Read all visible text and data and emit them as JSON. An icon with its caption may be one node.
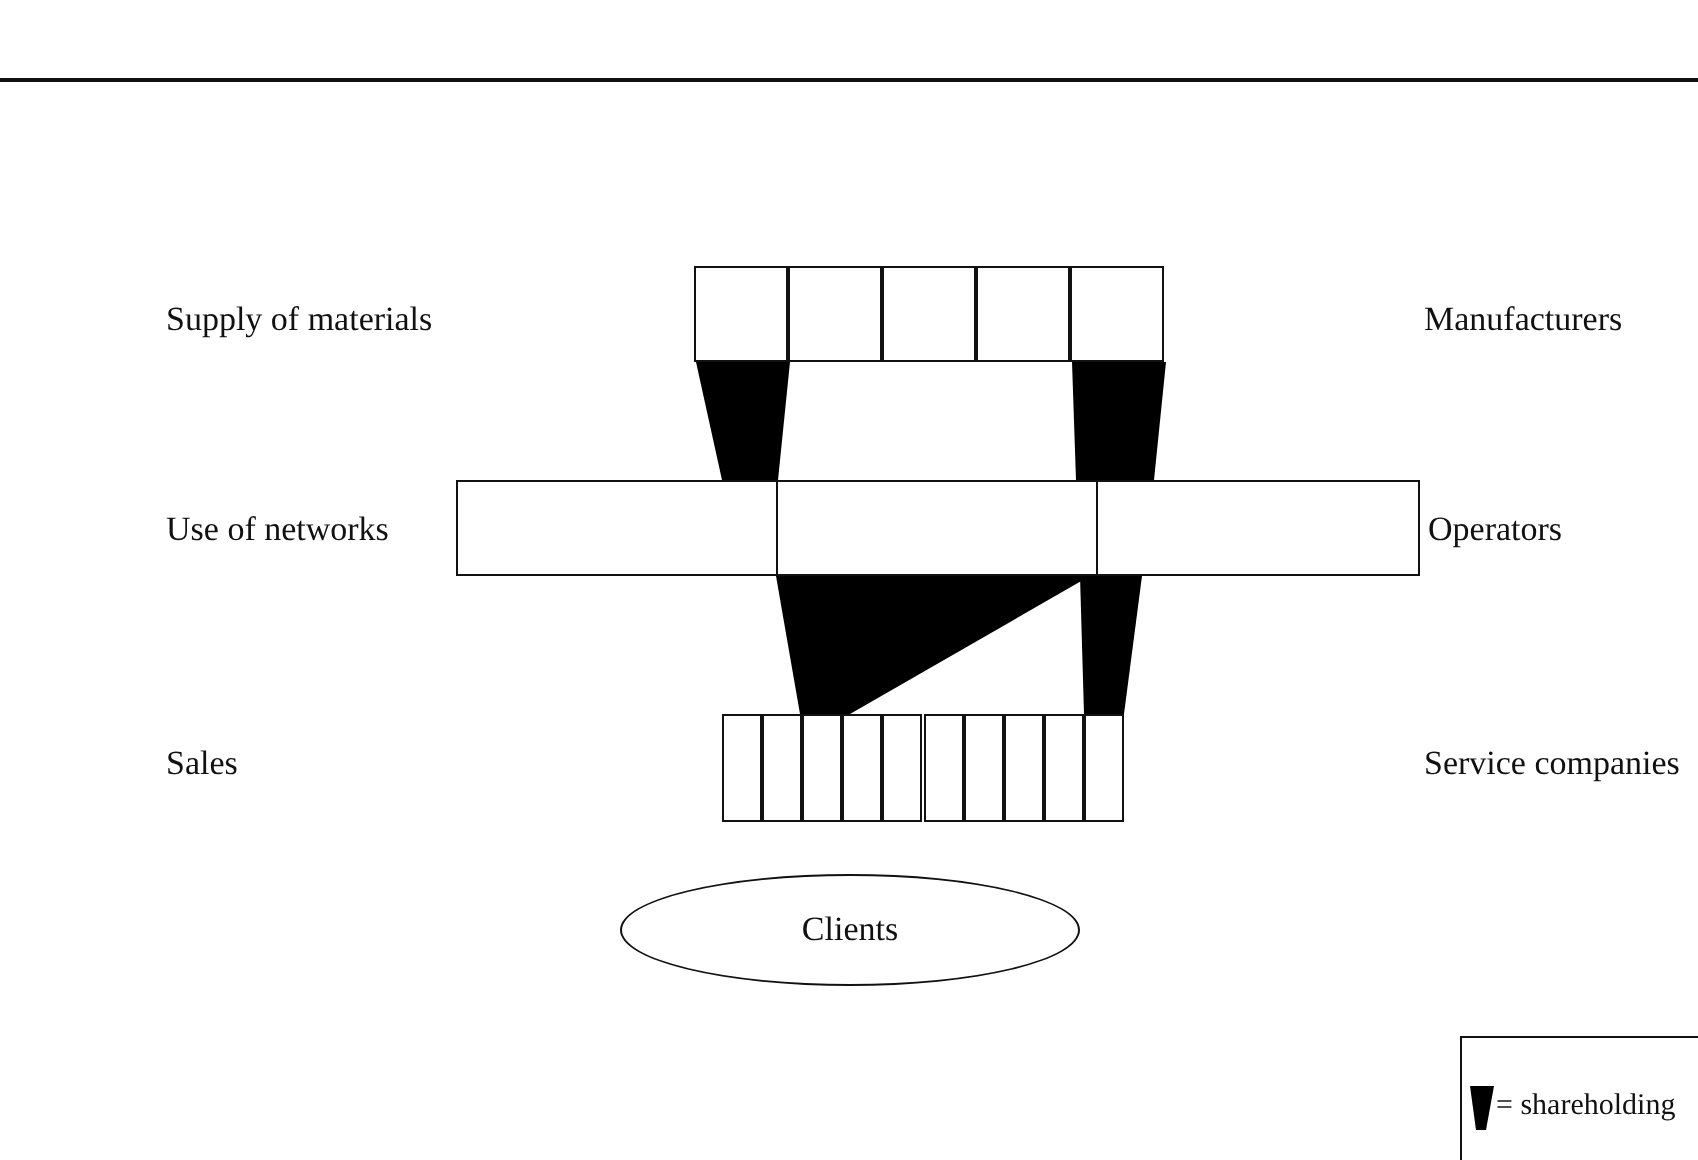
{
  "diagram": {
    "nodes": [
      {
        "text": [],
        "shape": "box"
      },
      {
        "text": [],
        "shape": "box"
      },
      {
        "text": [],
        "shape": "box"
      },
      {
        "text": [],
        "shape": "box"
      },
      {
        "text": [],
        "shape": "box"
      },
      {
        "text": [],
        "shape": "box"
      },
      {
        "text": [],
        "shape": "box"
      },
      {
        "text": [],
        "shape": "box"
      },
      {
        "text": [],
        "shape": "box"
      },
      {
        "text": [],
        "shape": "box"
      },
      {
        "text": [],
        "shape": "box"
      },
      {
        "text": [],
        "shape": "box"
      },
      {
        "text": [],
        "shape": "box"
      },
      {
        "text": [],
        "shape": "box"
      },
      {
        "text": [],
        "shape": "box"
      },
      {
        "text": [],
        "shape": "box"
      },
      {
        "text": [],
        "shape": "box"
      },
      {
        "text": [],
        "shape": "box"
      },
      {
        "text": [
          "Clients"
        ]
      }
    ],
    "labels": [
      "Supply of materials",
      "Manufacturers",
      "Use of networks",
      "Operators",
      "Sales",
      "Service companies"
    ],
    "legend": [
      {
        "text": "= shareholding"
      }
    ]
  }
}
